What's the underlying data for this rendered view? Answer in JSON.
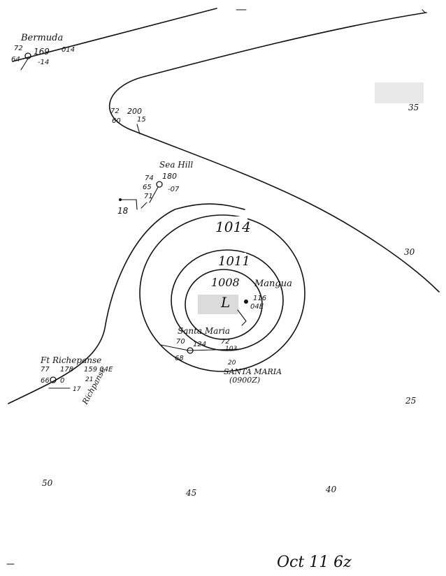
{
  "map": {
    "date_label": "Oct 11 6z",
    "isobars": [
      {
        "value": "1014"
      },
      {
        "value": "1011"
      },
      {
        "value": "1008"
      }
    ],
    "low_label": "L",
    "stations": [
      {
        "name": "Bermuda",
        "temp": "72",
        "dew": "64",
        "pressure": "169",
        "trend": "-14",
        "code": "014"
      },
      {
        "name": "",
        "temp": "72",
        "dew": "60",
        "pressure": "200",
        "trend": "15"
      },
      {
        "name": "Sea Hill",
        "temp": "74",
        "dew": "65",
        "pressure": "180",
        "trend": "-07",
        "extra": "71"
      },
      {
        "name": "Ft Richepanse",
        "temp": "77",
        "dew": "66",
        "pressure": "178",
        "trend": "0",
        "code": "159 04E",
        "extra": "21",
        "extra2": "17"
      },
      {
        "name": "Mangua",
        "pressure": "116",
        "code": "04E"
      },
      {
        "name": "Santa Maria",
        "temp": "70",
        "dew": "68",
        "pressure": "124",
        "extra": "72",
        "extra2": "103",
        "wind": "20"
      },
      {
        "name": "SANTA MARIA",
        "time": "(0900Z)"
      }
    ],
    "other_labels": {
      "richpanse": "Richpanse",
      "wind_18": "18",
      "lat_35": "35",
      "lat_30": "30",
      "lat_25": "25",
      "lon_50": "50",
      "lon_45": "45",
      "lon_40": "40"
    }
  }
}
